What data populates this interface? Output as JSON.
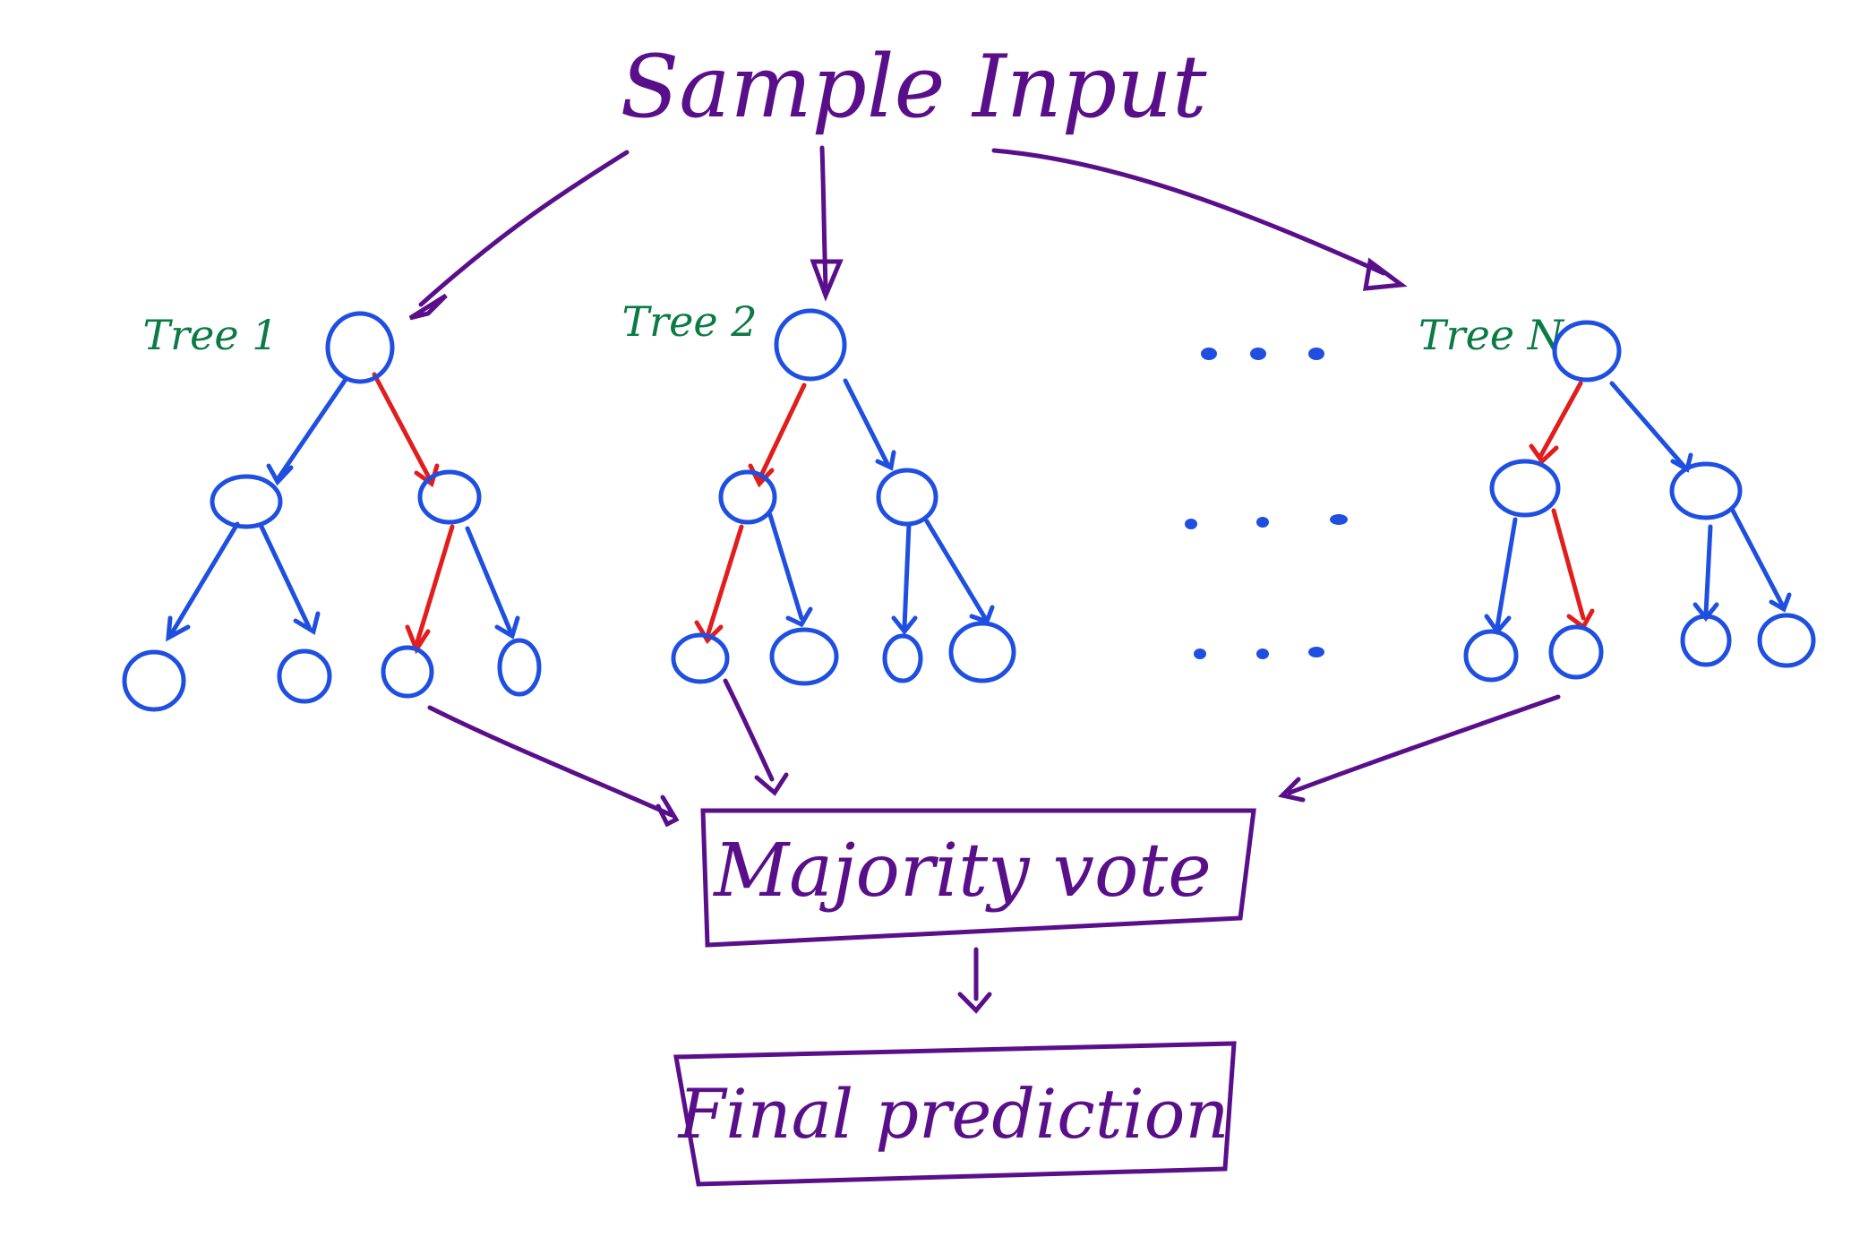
{
  "title": "Sample Input",
  "trees": [
    {
      "label": "Tree 1"
    },
    {
      "label": "Tree 2"
    },
    {
      "label": "Tree N"
    }
  ],
  "aggregator": {
    "label": "Majority vote"
  },
  "output": {
    "label": "Final prediction"
  },
  "colors": {
    "flow": "#5a0f8a",
    "node": "#1f4fe0",
    "path": "#e11d1d",
    "tree_label": "#0b7a45",
    "ellipsis": "#1f4fe0"
  }
}
